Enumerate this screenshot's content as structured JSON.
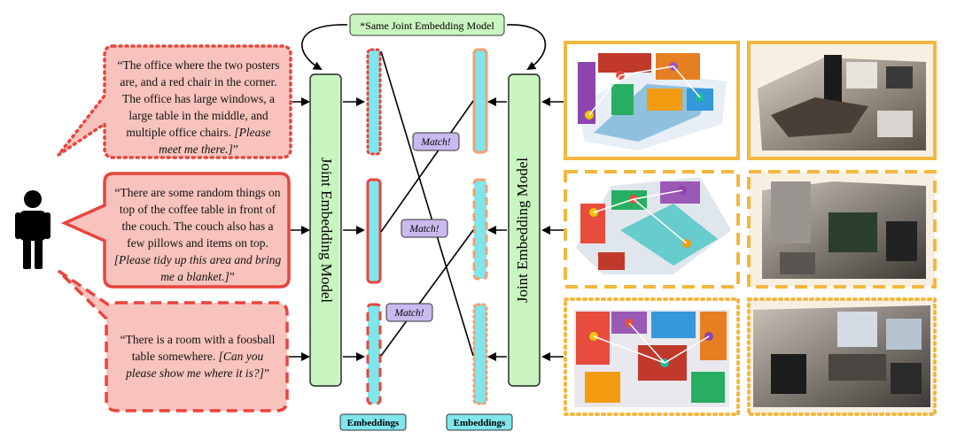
{
  "header": {
    "same_model_label": "*Same Joint Embedding Model"
  },
  "queries": [
    {
      "quote": "“The office where the two posters are, and a red chair in the corner. The office has large windows, a large table in the middle, and multiple office chairs.",
      "request": "[Please meet me there.]",
      "close": "”"
    },
    {
      "quote": "“There are some random things on top of the coffee table in front of the couch. The couch also has a few pillows and items on top.",
      "request": "[Please tidy up this area and bring me a blanket.]",
      "close": "”"
    },
    {
      "quote": "“There is a room with a foosball table somewhere.",
      "request": "[Can you please show me where it is?]",
      "close": "”"
    }
  ],
  "encoders": {
    "left_label": "Joint Embedding Model",
    "right_label": "Joint Embedding Model"
  },
  "matches": [
    "Match!",
    "Match!",
    "Match!"
  ],
  "embeddings": {
    "left_label": "Embeddings",
    "right_label": "Embeddings"
  },
  "colors": {
    "bubble_fill": "#f8c3bd",
    "bubble_stroke": "#e8453c",
    "encoder_fill": "#c9f5c0",
    "embedding_cyan": "#7fe6ec",
    "embedding_orange": "#f0a070",
    "match_fill": "#c8b9ef",
    "scene_frame": "#f3b73f",
    "same_model_fill": "#c9f5c0"
  }
}
